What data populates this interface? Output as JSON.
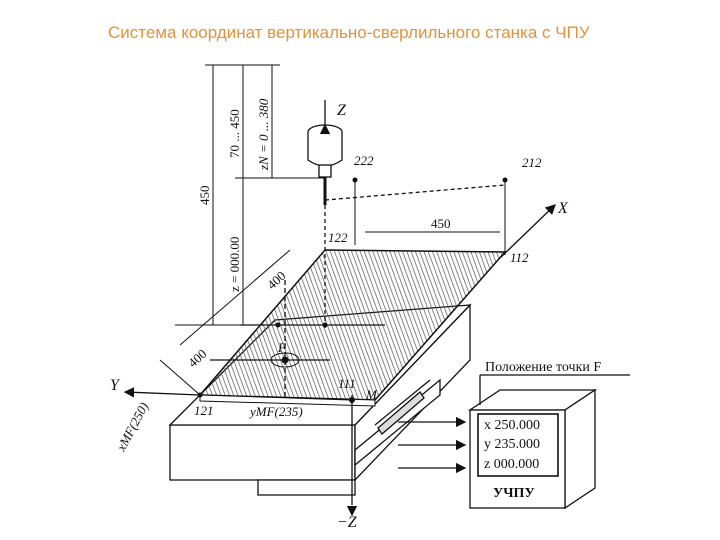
{
  "slide": {
    "title": "Система координат вертикально-сверлильного станка с ЧПУ"
  },
  "diagram": {
    "axes": {
      "z": "Z",
      "minus_z": "−Z",
      "x": "X",
      "y": "Y"
    },
    "points": {
      "p222": "222",
      "p212": "212",
      "p122": "122",
      "p112": "112",
      "p121": "121",
      "p111": "111",
      "m": "M",
      "f": "F"
    },
    "dimensions": {
      "d450_top": "450",
      "d400_upper": "400",
      "d400_lower": "400",
      "d450_vertical": "450",
      "d70_450": "70 ... 450",
      "zn_range": "zN = 0 ... 380",
      "z_value": "z = 000.00",
      "ymf": "yMF(235)",
      "xmf": "xMF(250)"
    },
    "cnc_display": {
      "heading": "Положение точки F",
      "x_readout": "x 250.000",
      "y_readout": "y 235.000",
      "z_readout": "z 000.000",
      "unit_label": "УЧПУ"
    }
  }
}
